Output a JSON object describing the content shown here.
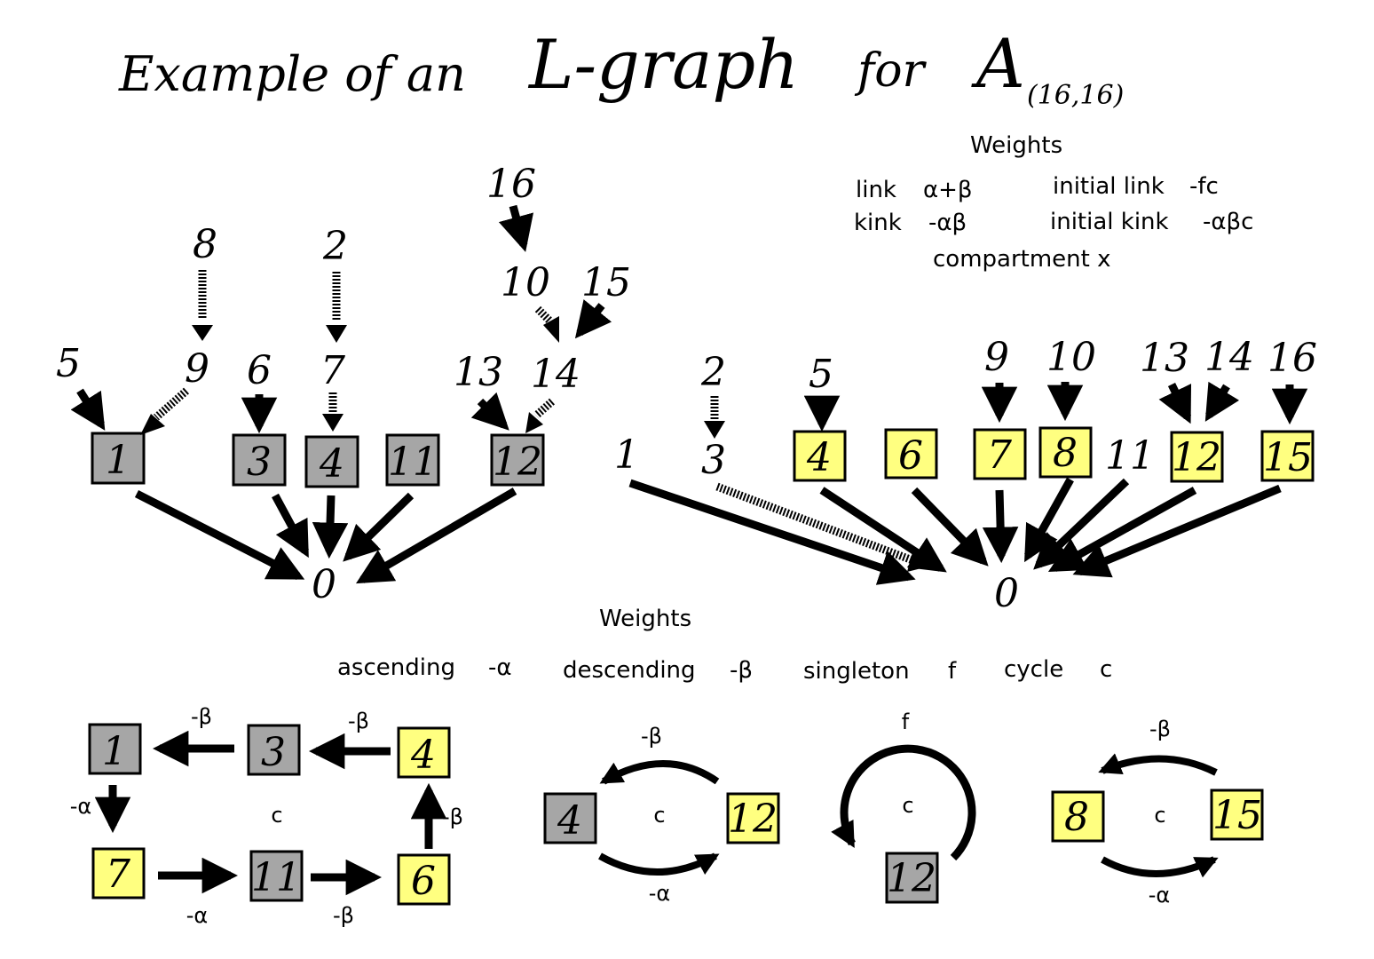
{
  "title": {
    "part1": "Example of an",
    "part2": "L-graph",
    "part3": "for",
    "symbol": "A",
    "subscript": "(16,16)"
  },
  "weights_top": {
    "heading": "Weights",
    "link_label": "link",
    "link_value": "α+β",
    "initial_link_label": "initial link",
    "initial_link_value": "-fc",
    "kink_label": "kink",
    "kink_value": "-αβ",
    "initial_kink_label": "initial kink",
    "initial_kink_value": "-αβc",
    "compartment": "compartment x"
  },
  "weights_bottom": {
    "heading": "Weights",
    "ascending_label": "ascending",
    "ascending_value": "-α",
    "descending_label": "descending",
    "descending_value": "-β",
    "singleton_label": "singleton",
    "singleton_value": "f",
    "cycle_label": "cycle",
    "cycle_value": "c"
  },
  "left_tree": {
    "root": "0",
    "boxes": [
      "1",
      "3",
      "4",
      "11",
      "12"
    ],
    "nodes": [
      "5",
      "9",
      "8",
      "6",
      "7",
      "2",
      "13",
      "14",
      "10",
      "15",
      "16"
    ]
  },
  "right_tree": {
    "root": "0",
    "plain": [
      "1",
      "3",
      "11",
      "2",
      "5",
      "9",
      "10",
      "13",
      "14",
      "16"
    ],
    "boxes": [
      "4",
      "6",
      "7",
      "8",
      "12",
      "15"
    ]
  },
  "cycles": {
    "cycle1": {
      "boxes": [
        "1",
        "3",
        "4",
        "7",
        "11",
        "6"
      ],
      "center": "c",
      "labels": {
        "top1": "-β",
        "top2": "-β",
        "left": "-α",
        "right": "-β",
        "bottom1": "-α",
        "bottom2": "-β"
      }
    },
    "cycle2": {
      "boxes": [
        "4",
        "12"
      ],
      "center": "c",
      "top": "-β",
      "bottom": "-α"
    },
    "cycle3": {
      "box": "12",
      "center": "c",
      "top": "f"
    },
    "cycle4": {
      "boxes": [
        "8",
        "15"
      ],
      "center": "c",
      "top": "-β",
      "bottom": "-α"
    }
  },
  "colors": {
    "gray": "#a6a6a6",
    "yellow": "#ffff80",
    "ink": "#000000"
  }
}
